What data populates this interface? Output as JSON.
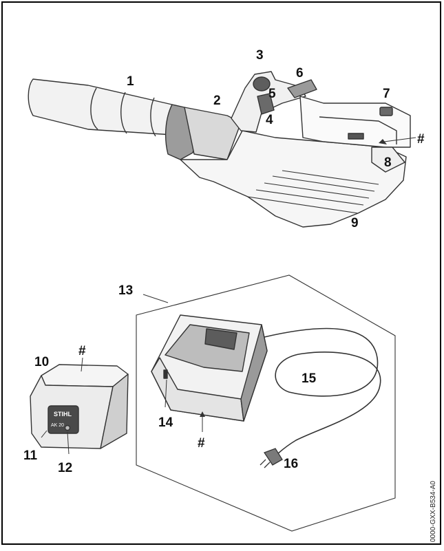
{
  "figure_code": "0000-GXX-B534-A0",
  "colors": {
    "frame": "#000000",
    "line": "#333333",
    "body_light": "#f4f4f4",
    "body_mid": "#d6d6d6",
    "body_dark": "#8a8a8a",
    "accent_grey": "#9c9c9c"
  },
  "labels": {
    "l1": "1",
    "l2": "2",
    "l3": "3",
    "l4": "4",
    "l5": "5",
    "l6": "6",
    "l7": "7",
    "l8": "8",
    "l9": "9",
    "l10": "10",
    "l11": "11",
    "l12": "12",
    "l13": "13",
    "l14": "14",
    "l15": "15",
    "l16": "16",
    "hash_blower": "#",
    "hash_battery": "#",
    "hash_charger": "#"
  },
  "battery_brand": "STIHL",
  "battery_model": "AK 20"
}
